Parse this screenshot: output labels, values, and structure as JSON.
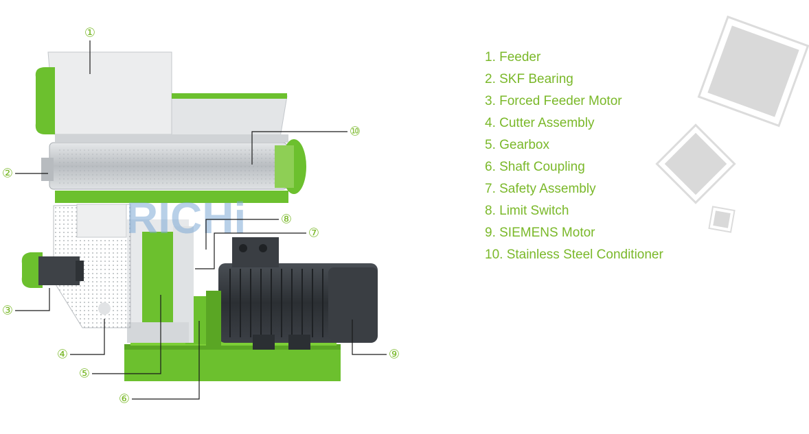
{
  "callouts": [
    {
      "num": "①"
    },
    {
      "num": "②"
    },
    {
      "num": "③"
    },
    {
      "num": "④"
    },
    {
      "num": "⑤"
    },
    {
      "num": "⑥"
    },
    {
      "num": "⑦"
    },
    {
      "num": "⑧"
    },
    {
      "num": "⑨"
    },
    {
      "num": "⑩"
    }
  ],
  "legend": [
    "1. Feeder",
    "2. SKF Bearing",
    "3. Forced Feeder Motor",
    "4. Cutter Assembly",
    "5. Gearbox",
    "6. Shaft Coupling",
    "7. Safety Assembly",
    "8. Limit Switch",
    "9. SIEMENS Motor",
    "10. Stainless Steel Conditioner"
  ],
  "watermark": "RICHi",
  "colors": {
    "accent_green": "#7ab829",
    "machine_green": "#6cc02e",
    "motor_dark": "#2f3338",
    "steel": "#c9cdd1",
    "decor_gray": "#d9d9d9"
  }
}
